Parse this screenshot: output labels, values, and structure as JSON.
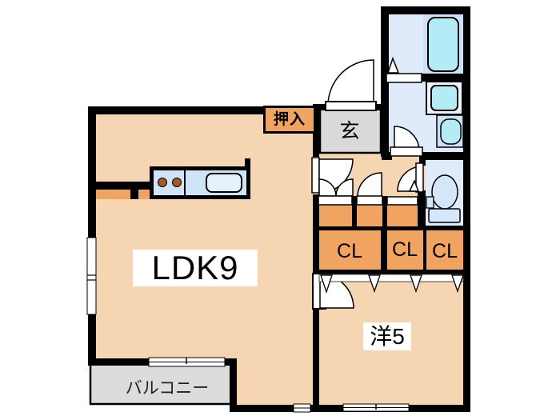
{
  "plan": {
    "type": "floor-plan",
    "rooms": {
      "ldk": {
        "label": "LDK9"
      },
      "western": {
        "label": "洋5"
      },
      "entrance": {
        "label": "玄"
      },
      "oshiire": {
        "label": "押入"
      },
      "closet1": {
        "label": "CL"
      },
      "closet2": {
        "label": "CL"
      },
      "closet3": {
        "label": "CL"
      },
      "balcony": {
        "label": "バルコニー"
      }
    },
    "fixtures": [
      "bathtub",
      "vanity-sink",
      "washing-machine",
      "toilet",
      "kitchen-stove",
      "kitchen-sink",
      "entry-door",
      "room-doors",
      "folding-closet-doors",
      "sliding-windows"
    ],
    "colors": {
      "floor_wood": "#f6d6b2",
      "closet_orange": "#f0a45f",
      "wet_area_blue": "#dfeafa",
      "fixture_cyan": "#b3ecf6",
      "panel_blue": "#cde0f5",
      "counter_blue": "#cfe4f6",
      "entrance_grey": "#d9d9d9",
      "wall_black": "#000000"
    }
  }
}
